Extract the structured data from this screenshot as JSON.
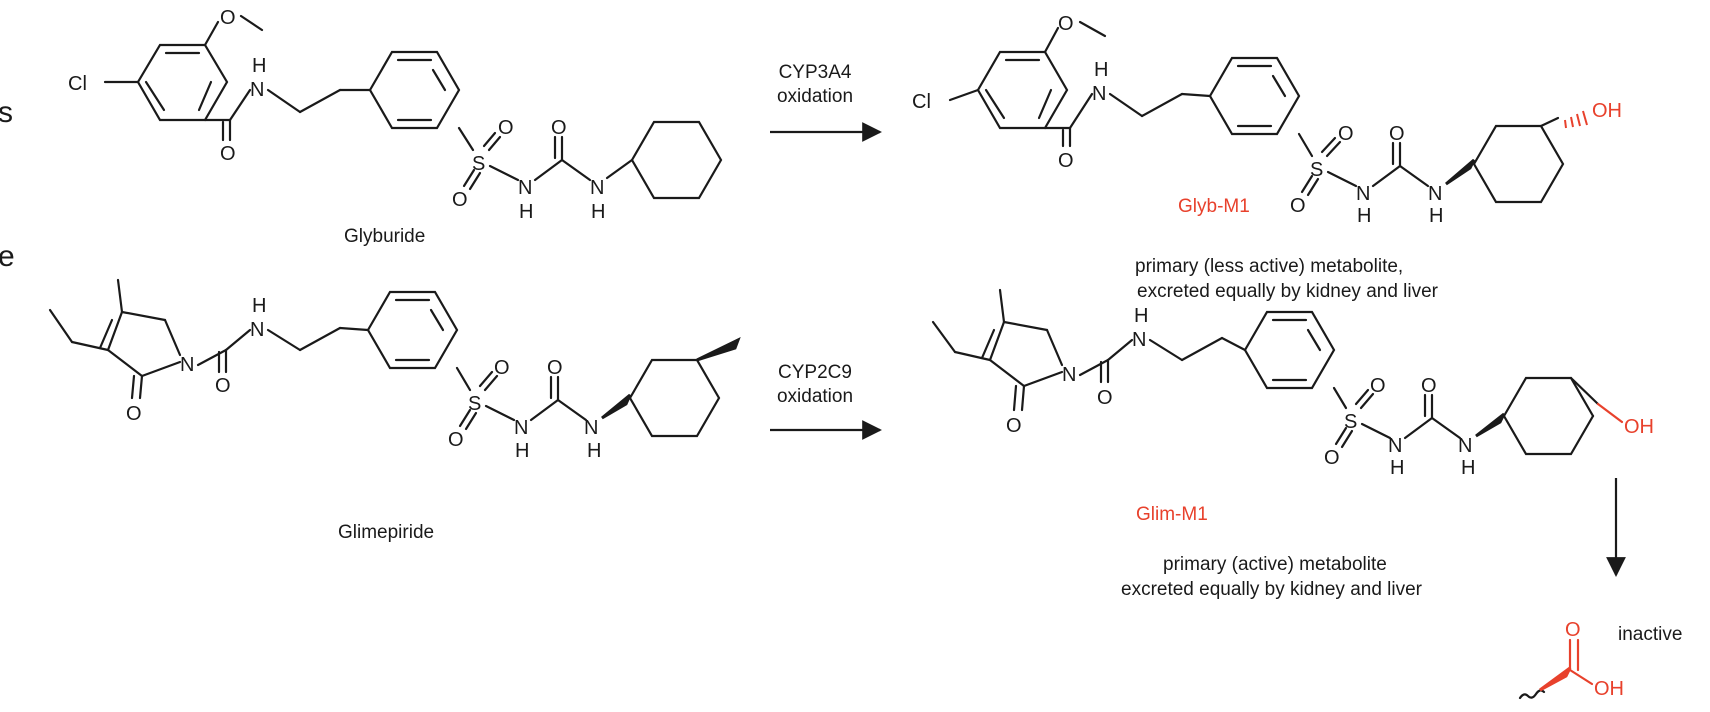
{
  "edge_text": {
    "top": "s",
    "bottom": "e"
  },
  "reactions": [
    {
      "reactant": "Glyburide",
      "enzyme": "CYP3A4",
      "process": "oxidation",
      "product": "Glyb-M1",
      "product_note_line1": "primary (less active) metabolite,",
      "product_note_line2": "excreted equally by kidney and liver"
    },
    {
      "reactant": "Glimepiride",
      "enzyme": "CYP2C9",
      "process": "oxidation",
      "product": "Glim-M1",
      "product_note_line1": "primary (active) metabolite",
      "product_note_line2": "excreted equally by kidney and liver"
    }
  ],
  "further_metabolite": {
    "label": "inactive"
  },
  "atoms": {
    "cl": "Cl",
    "o": "O",
    "n": "N",
    "h": "H",
    "s": "S",
    "oh": "OH"
  },
  "colors": {
    "ink": "#1a1a1a",
    "highlight": "#e8412c"
  }
}
